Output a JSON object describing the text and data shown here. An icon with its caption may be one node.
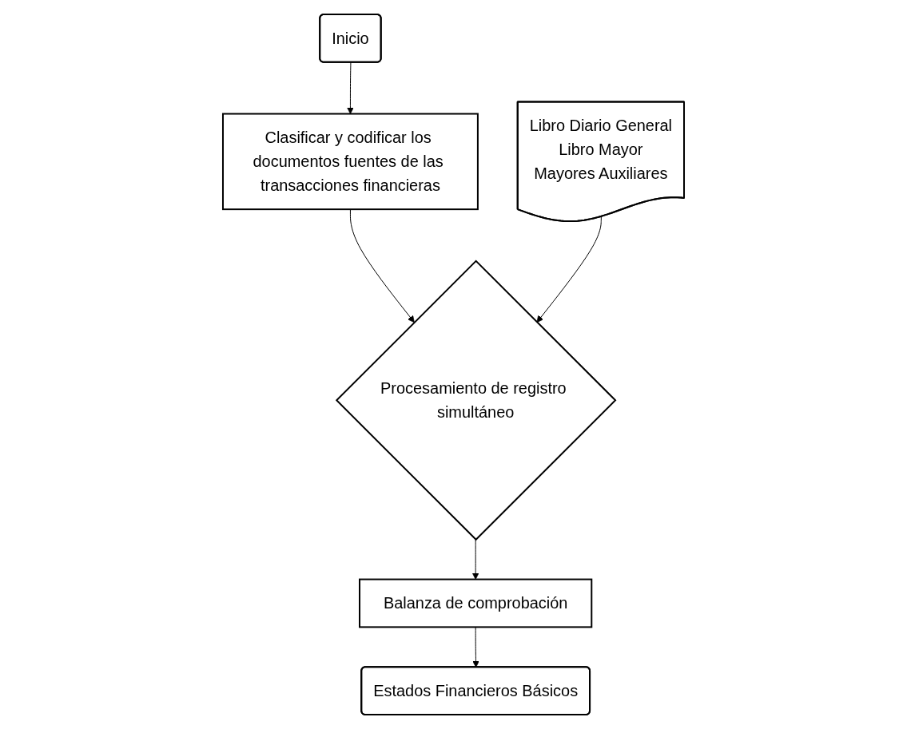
{
  "diagram": {
    "nodes": [
      {
        "text": [
          "Inicio"
        ]
      },
      {
        "text": [
          "Clasificar y codificar los documentos fuentes de las transacciones financieras"
        ]
      },
      {
        "text": [
          "Procesamiento de registro simultáneo"
        ]
      },
      {
        "text": [
          "Libro Diario General",
          "Libro Mayor",
          "Mayores Auxiliares"
        ]
      },
      {
        "text": [
          "Balanza de comprobación"
        ]
      },
      {
        "text": [
          "Estados Financieros Básicos"
        ]
      }
    ],
    "edges": [
      {
        "from": 0,
        "to": 1,
        "arrow": "to"
      },
      {
        "from": 1,
        "to": 2,
        "arrow": "to"
      },
      {
        "from": 3,
        "to": 2,
        "arrow": "to"
      },
      {
        "from": 2,
        "to": 4,
        "arrow": "to"
      },
      {
        "from": 4,
        "to": 5,
        "arrow": "to"
      }
    ]
  }
}
